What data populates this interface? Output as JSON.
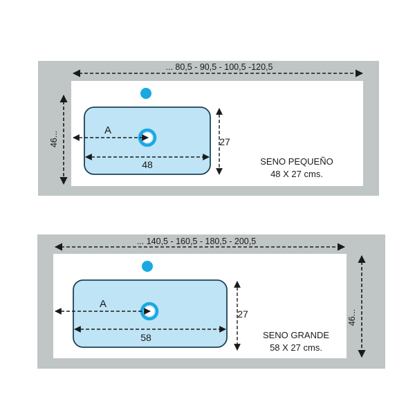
{
  "colors": {
    "frame": "#bfc6c5",
    "basin_fill": "#bfe4f6",
    "basin_stroke": "#1b4256",
    "accent": "#19a9e1",
    "dim_line": "#1a1a1a"
  },
  "top_unit": {
    "width_options": "... 80,5 - 90,5 - 100,5 -120,5",
    "depth": "46...",
    "offset_label": "A",
    "basin_width": "48",
    "basin_depth": "27",
    "name": "SENO PEQUEÑO",
    "size": "48 X 27 cms."
  },
  "bottom_unit": {
    "width_options": "... 140,5 - 160,5 - 180,5 - 200,5",
    "depth": "46...",
    "offset_label": "A",
    "basin_width": "58",
    "basin_depth": "27",
    "name": "SENO GRANDE",
    "size": "58 X 27 cms."
  }
}
